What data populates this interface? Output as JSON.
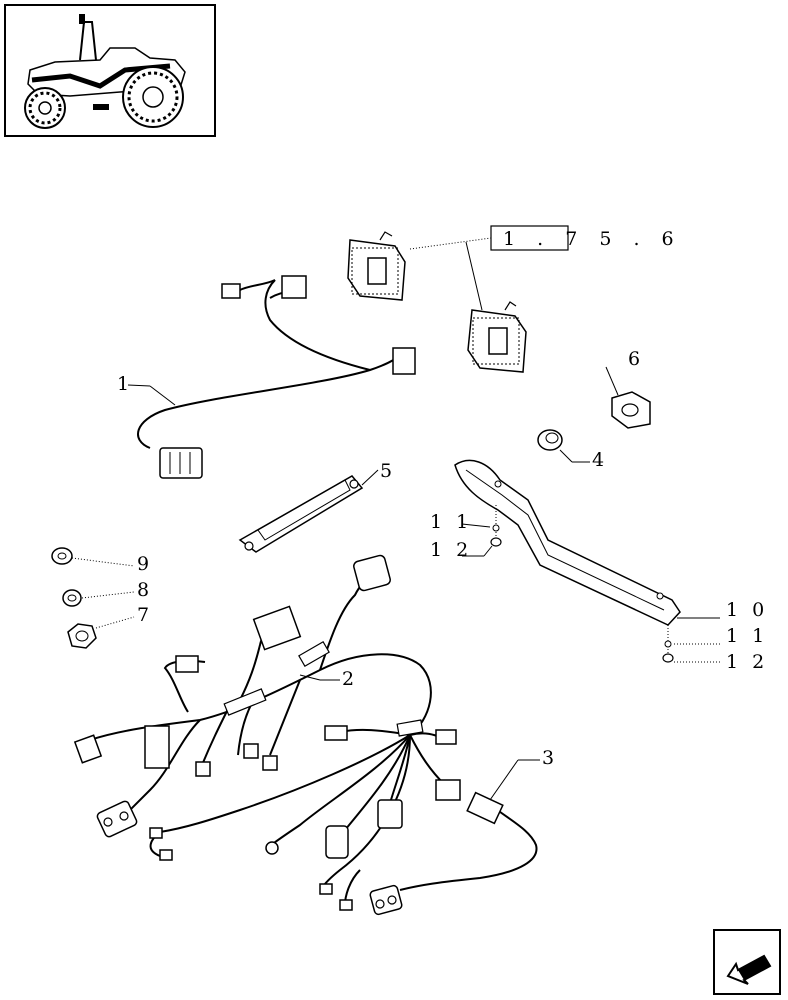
{
  "reference": "1 . 7 5 . 6",
  "callouts": {
    "c1": "1",
    "c2": "2",
    "c3": "3",
    "c4": "4",
    "c5": "5",
    "c6": "6",
    "c7": "7",
    "c8": "8",
    "c9": "9",
    "c10": "1 0",
    "c11a": "1 1",
    "c12a": "1 2",
    "c11b": "1 1",
    "c12b": "1 2"
  },
  "icons": {
    "thumbnail": "tractor-thumbnail-icon",
    "nav": "previous-page-arrow-icon"
  }
}
